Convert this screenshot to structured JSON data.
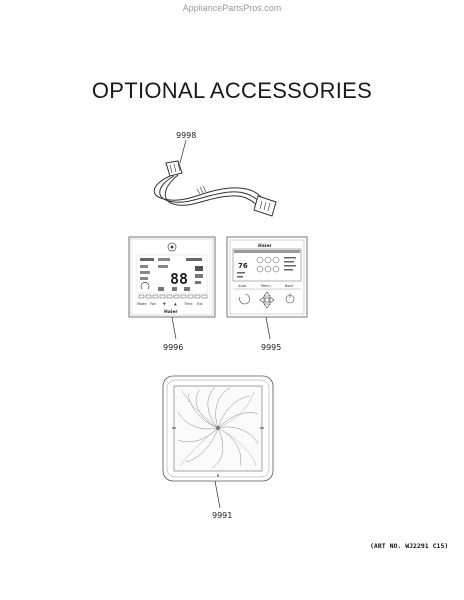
{
  "watermark": "AppliancePartsPros.com",
  "title": "OPTIONAL ACCESSORIES",
  "parts": [
    {
      "id": "9998",
      "label": "9998"
    },
    {
      "id": "9996",
      "label": "9996"
    },
    {
      "id": "9995",
      "label": "9995"
    },
    {
      "id": "9991",
      "label": "9991"
    }
  ],
  "remote_9996": {
    "digits": "88",
    "brand": "Haier",
    "bottom_labels": [
      "Mode",
      "Fan",
      "▼",
      "▲",
      "Time",
      "Ext"
    ]
  },
  "remote_9995": {
    "brand": "Haier",
    "temp": "76",
    "buttons": [
      "Auto",
      "Menu",
      "Back"
    ]
  },
  "art_number": "(ART NO. WJ2291 C15)"
}
